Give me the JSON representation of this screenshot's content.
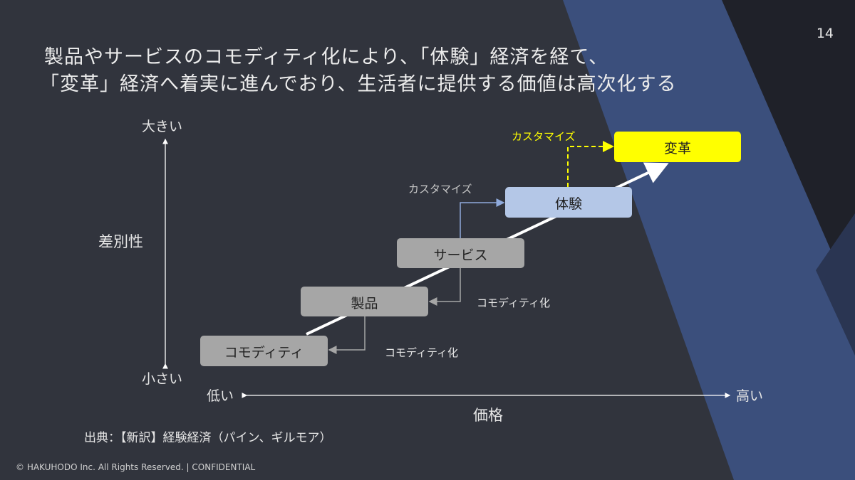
{
  "slide": {
    "page_number": "14",
    "title_line1": "製品やサービスのコモディティ化により、「体験」経済を経て、",
    "title_line2": "「変革」経済へ着実に進んでおり、生活者に提供する価値は高次化する",
    "source": "出典：【新訳】経験経済（パイン、ギルモア）",
    "footer": "© HAKUHODO  Inc. All  Rights  Reserved. | CONFIDENTIAL"
  },
  "diagram": {
    "y_axis": {
      "label": "差別性",
      "top": "大きい",
      "bottom": "小さい"
    },
    "x_axis": {
      "label": "価格",
      "left": "低い",
      "right": "高い"
    },
    "stages": [
      "コモディティ",
      "製品",
      "サービス",
      "体験",
      "変革"
    ],
    "annotations": {
      "commoditize_1": "コモディティ化",
      "commoditize_2": "コモディティ化",
      "customize_1": "カスタマイズ",
      "customize_2": "カスタマイズ"
    },
    "colors": {
      "gray_box": "#a6a6a6",
      "experience_box": "#b4c7e7",
      "transformation_box": "#ffff00",
      "background": "#31343d",
      "band": "#3b4f7c"
    }
  }
}
